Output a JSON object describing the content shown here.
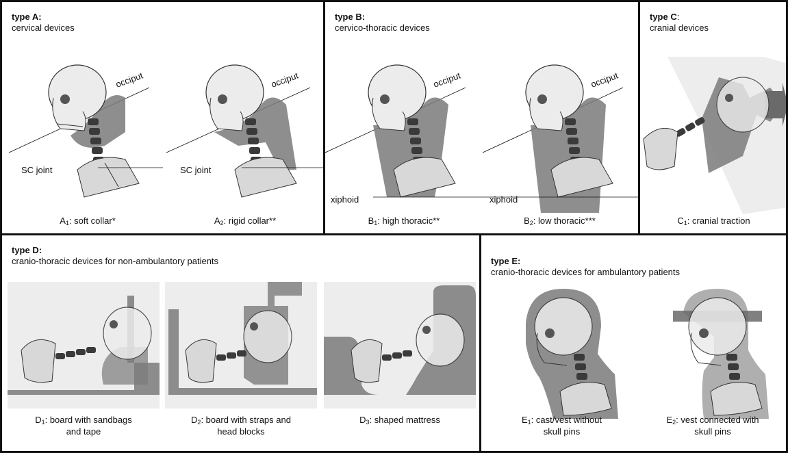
{
  "panels": {
    "a": {
      "type": "type A:",
      "desc": "cervical devices",
      "items": [
        {
          "letter": "A",
          "num": "1",
          "text": ": soft collar*",
          "labels": {
            "occiput": "occiput",
            "joint": "SC joint"
          }
        },
        {
          "letter": "A",
          "num": "2",
          "text": ": rigid collar**",
          "labels": {
            "occiput": "occiput",
            "joint": "SC joint"
          }
        }
      ]
    },
    "b": {
      "type": "type B:",
      "desc": "cervico-thoracic devices",
      "items": [
        {
          "letter": "B",
          "num": "1",
          "text": ": high thoracic**",
          "labels": {
            "occiput": "occiput",
            "xiphoid": "xiphoid"
          }
        },
        {
          "letter": "B",
          "num": "2",
          "text": ": low thoracic***",
          "labels": {
            "occiput": "occiput",
            "xiphoid": "xiphoid"
          }
        }
      ]
    },
    "c": {
      "type": "type C",
      "type_colon": ":",
      "desc": "cranial devices",
      "items": [
        {
          "letter": "C",
          "num": "1",
          "text": ": cranial traction"
        }
      ]
    },
    "d": {
      "type": "type D:",
      "desc": "cranio-thoracic devices for non-ambulantory patients",
      "items": [
        {
          "letter": "D",
          "num": "1",
          "line1": ": board with sandbags",
          "line2": "and tape"
        },
        {
          "letter": "D",
          "num": "2",
          "line1": ": board with straps and",
          "line2": "head blocks"
        },
        {
          "letter": "D",
          "num": "3",
          "line1": ": shaped mattress",
          "line2": ""
        }
      ]
    },
    "e": {
      "type": "type E:",
      "desc": "cranio-thoracic devices for ambulantory patients",
      "items": [
        {
          "letter": "E",
          "num": "1",
          "line1": ": cast/vest without",
          "line2": "skull pins"
        },
        {
          "letter": "E",
          "num": "2",
          "line1": ": vest connected with",
          "line2": "skull pins"
        }
      ]
    }
  },
  "colors": {
    "border": "#111111",
    "device": "#7a7a7a",
    "bone": "#ececec",
    "vertebra": "#3a3a3a",
    "background_box": "#ededed"
  }
}
